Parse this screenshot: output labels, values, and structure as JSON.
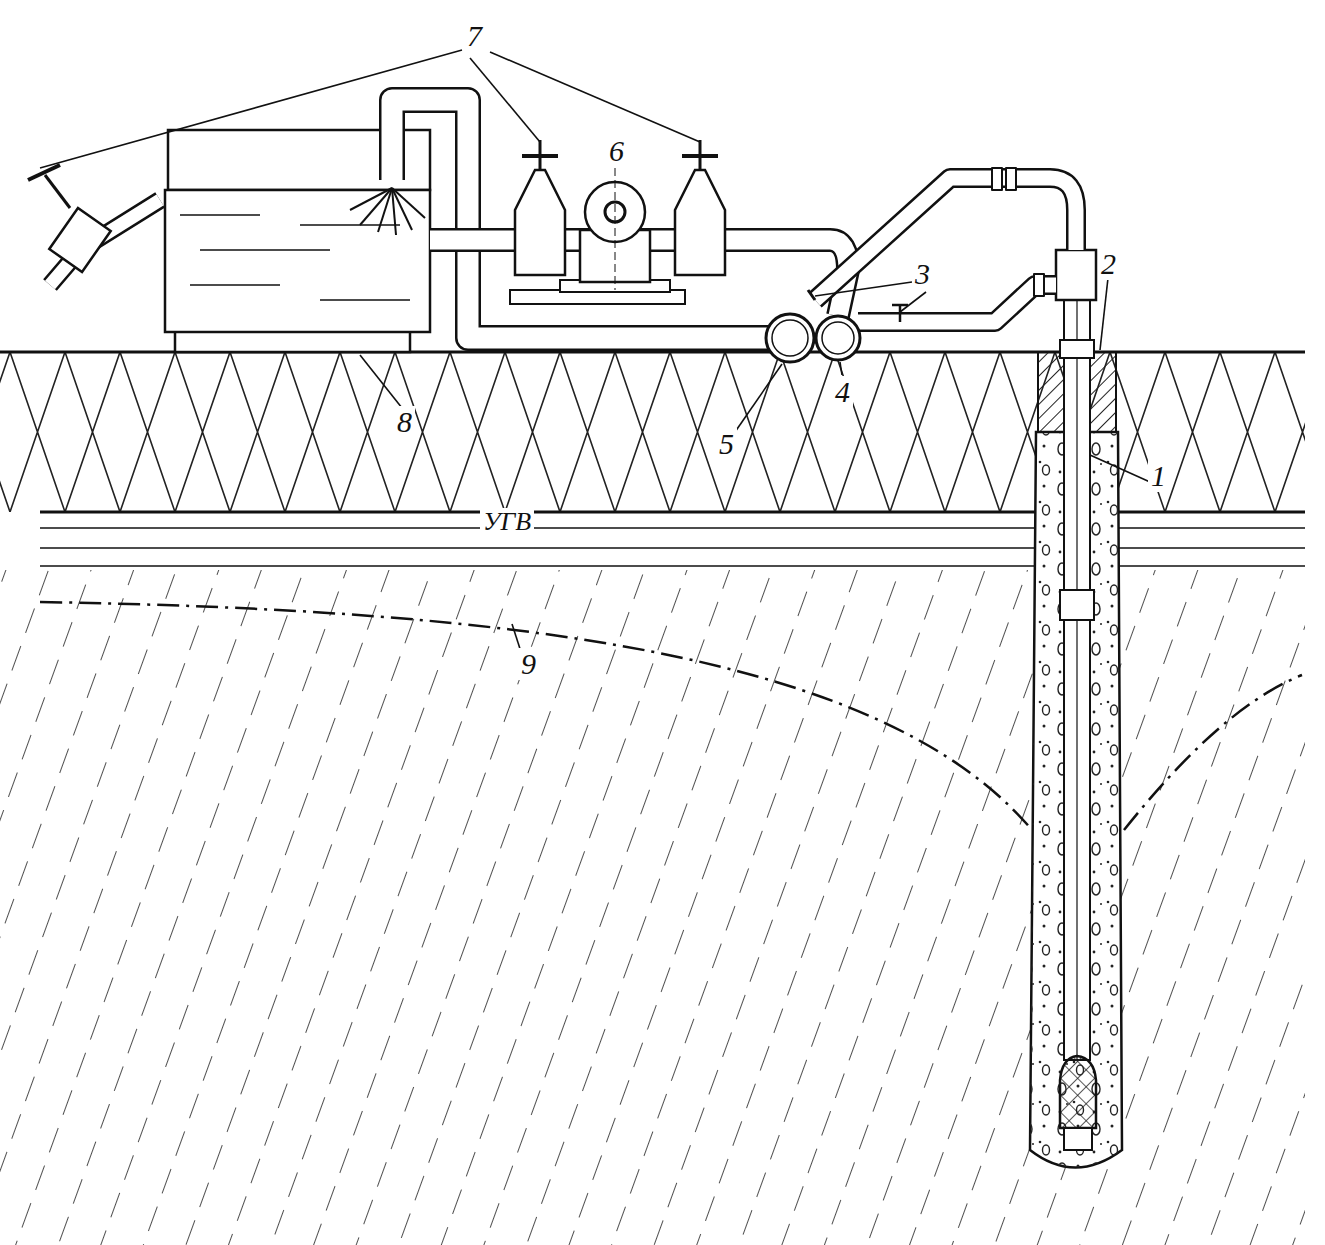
{
  "diagram": {
    "labels": [
      "7",
      "6",
      "3",
      "2",
      "1",
      "8",
      "5",
      "4",
      "УГВ",
      "9"
    ]
  }
}
